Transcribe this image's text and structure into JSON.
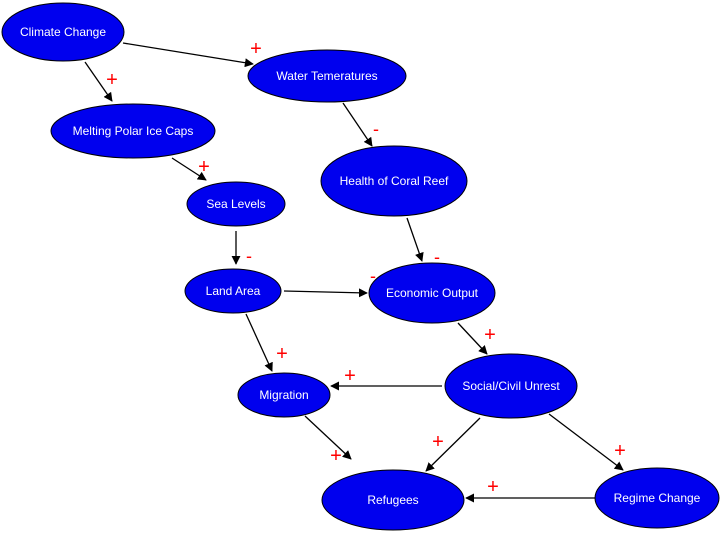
{
  "diagram": {
    "colors": {
      "node_fill": "#0000ee",
      "node_stroke": "#000000",
      "node_text": "#ffffff",
      "edge": "#000000",
      "sign": "#ff0000",
      "background": "#ffffff"
    },
    "nodes": [
      {
        "id": "climate",
        "label": "Climate Change"
      },
      {
        "id": "water",
        "label": "Water Temeratures"
      },
      {
        "id": "ice",
        "label": "Melting Polar Ice Caps"
      },
      {
        "id": "coral",
        "label": "Health of Coral Reef"
      },
      {
        "id": "sea",
        "label": "Sea Levels"
      },
      {
        "id": "land",
        "label": "Land Area"
      },
      {
        "id": "economic",
        "label": "Economic Output"
      },
      {
        "id": "unrest",
        "label": "Social/Civil Unrest"
      },
      {
        "id": "migration",
        "label": "Migration"
      },
      {
        "id": "refugees",
        "label": "Refugees"
      },
      {
        "id": "regime",
        "label": "Regime Change"
      }
    ],
    "edges": [
      {
        "from": "climate",
        "to": "water",
        "sign": "+"
      },
      {
        "from": "climate",
        "to": "ice",
        "sign": "+"
      },
      {
        "from": "ice",
        "to": "sea",
        "sign": "+"
      },
      {
        "from": "water",
        "to": "coral",
        "sign": "-"
      },
      {
        "from": "sea",
        "to": "land",
        "sign": "-"
      },
      {
        "from": "coral",
        "to": "economic",
        "sign": "-"
      },
      {
        "from": "land",
        "to": "economic",
        "sign": "-"
      },
      {
        "from": "land",
        "to": "migration",
        "sign": "+"
      },
      {
        "from": "economic",
        "to": "unrest",
        "sign": "+"
      },
      {
        "from": "unrest",
        "to": "migration",
        "sign": "+"
      },
      {
        "from": "unrest",
        "to": "refugees",
        "sign": "+"
      },
      {
        "from": "unrest",
        "to": "regime",
        "sign": "+"
      },
      {
        "from": "migration",
        "to": "refugees",
        "sign": "+"
      },
      {
        "from": "regime",
        "to": "refugees",
        "sign": "+"
      }
    ]
  }
}
